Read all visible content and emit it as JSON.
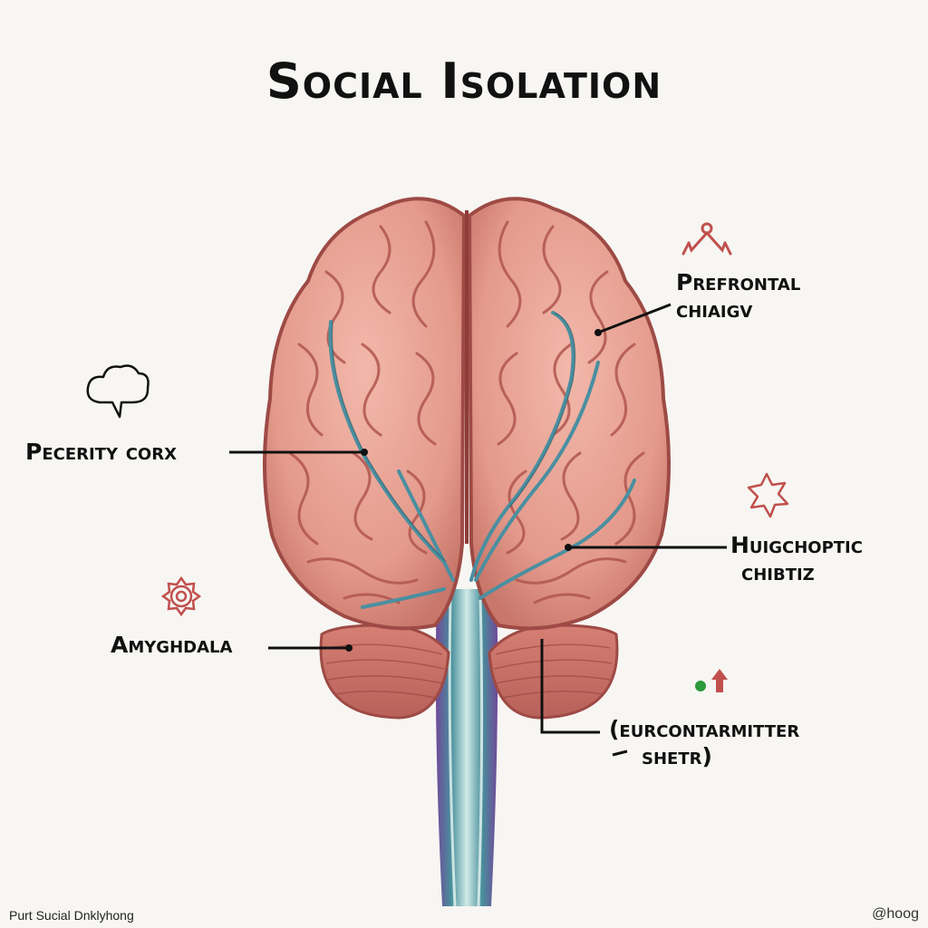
{
  "title": "Social Isolation",
  "labels": {
    "prefrontal": [
      "Prefrontal",
      "chiaigv"
    ],
    "pecerity": "Pecerity corx",
    "huigch": [
      "Huigchoptic",
      "chibtiz"
    ],
    "amygdala": "Amyghdala",
    "neuro": [
      "(eurcontarmitter",
      "shetr)"
    ]
  },
  "footer": {
    "left": "Purt Sucial Dnklyhong",
    "right": "@hoog"
  },
  "colors": {
    "brain_fill": "#e8a497",
    "brain_shadow": "#c46e66",
    "brain_outline": "#9e4a45",
    "nerve": "#4a8fa0",
    "stem_purple": "#7a4fa0",
    "icon_red": "#c0504d",
    "icon_green": "#2a9a3a"
  },
  "icons": [
    "thought-bubble-icon",
    "network-icon",
    "gear-icon",
    "star-icon",
    "arrow-up-icon"
  ]
}
